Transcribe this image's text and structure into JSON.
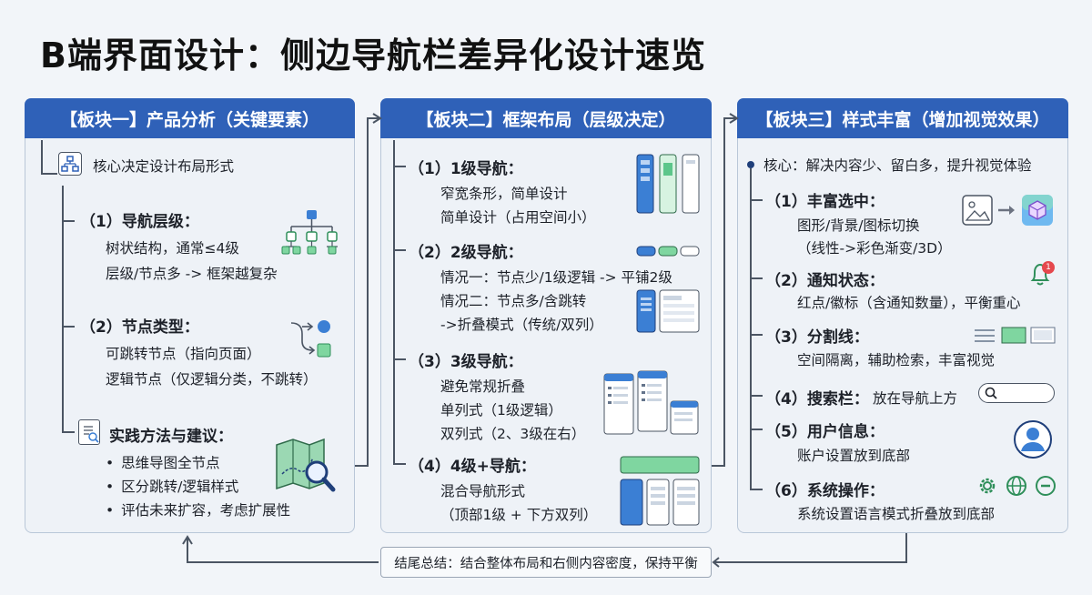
{
  "title": "B端界面设计：侧边导航栏差异化设计速览",
  "panel1": {
    "header": "【板块一】产品分析（关键要素）",
    "core": "核心决定设计布局形式",
    "s1_title": "（1）导航层级：",
    "s1_l1": "树状结构，通常≤4级",
    "s1_l2": "层级/节点多 -> 框架越复杂",
    "s2_title": "（2）节点类型：",
    "s2_l1": "可跳转节点（指向页面）",
    "s2_l2": "逻辑节点（仅逻辑分类，不跳转）",
    "s3_title": "实践方法与建议：",
    "s3_items": [
      "思维导图全节点",
      "区分跳转/逻辑样式",
      "评估未来扩容，考虑扩展性"
    ]
  },
  "panel2": {
    "header": "【板块二】框架布局（层级决定）",
    "n1_title": "（1）1级导航：",
    "n1_l1": "窄宽条形，简单设计",
    "n1_l2": "简单设计（占用空间小）",
    "n2_title": "（2）2级导航：",
    "n2_l1": "情况一：节点少/1级逻辑 -> 平铺2级",
    "n2_l2": "情况二：节点多/含跳转",
    "n2_l3": "->折叠模式（传统/双列）",
    "n3_title": "（3）3级导航：",
    "n3_l1": "避免常规折叠",
    "n3_l2": "单列式（1级逻辑）",
    "n3_l3": "双列式（2、3级在右）",
    "n4_title": "（4）4级+导航：",
    "n4_l1": "混合导航形式",
    "n4_l2": "（顶部1级 + 下方双列）"
  },
  "panel3": {
    "header": "【板块三】样式丰富（增加视觉效果）",
    "core": "核心：解决内容少、留白多，提升视觉体验",
    "i1_title": "（1）丰富选中：",
    "i1_l1": "图形/背景/图标切换",
    "i1_l2": "（线性->彩色渐变/3D）",
    "i2_title": "（2）通知状态：",
    "i2_l1": "红点/徽标（含通知数量），平衡重心",
    "i2_badge": "1",
    "i3_title": "（3）分割线：",
    "i3_l1": "空间隔离，辅助检索，丰富视觉",
    "i4_title": "（4）搜索栏：",
    "i4_l1": "放在导航上方",
    "i5_title": "（5）用户信息：",
    "i5_l1": "账户设置放到底部",
    "i6_title": "（6）系统操作：",
    "i6_l1": "系统设置语言模式折叠放到底部"
  },
  "footer": "结尾总结：结合整体布局和右侧内容密度，保持平衡",
  "colors": {
    "header_blue": "#2f61b8",
    "accent_blue": "#3b7fd4",
    "accent_green": "#7fd6a0",
    "badge_red": "#e5484d"
  }
}
